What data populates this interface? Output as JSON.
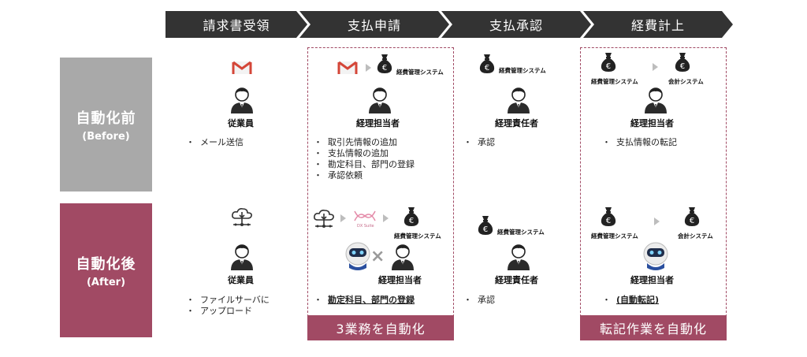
{
  "steps": [
    "請求書受領",
    "支払申請",
    "支払承認",
    "経費計上"
  ],
  "rows": {
    "before": {
      "title": "自動化前",
      "sub": "(Before)"
    },
    "after": {
      "title": "自動化後",
      "sub": "(After)"
    }
  },
  "system_name": "経費管理システム",
  "accounting_system": "会計システム",
  "dx_label": "DX Suite",
  "cross": "×",
  "before": {
    "col1": {
      "role": "従業員",
      "bullets": [
        "メール送信"
      ]
    },
    "col2": {
      "role": "経理担当者",
      "bullets": [
        "取引先情報の追加",
        "支払情報の追加",
        "勘定科目、部門の登録",
        "承認依頼"
      ]
    },
    "col3": {
      "role": "経理責任者",
      "bullets": [
        "承認"
      ]
    },
    "col4": {
      "role": "経理担当者",
      "bullets": [
        "支払情報の転記"
      ]
    }
  },
  "after": {
    "col1": {
      "role": "従業員",
      "bullets": [
        "ファイルサーバに",
        "アップロード"
      ]
    },
    "col2": {
      "role": "経理担当者",
      "bullets": [
        "勘定科目、部門の登録"
      ]
    },
    "col3": {
      "role": "経理責任者",
      "bullets": [
        "承認"
      ]
    },
    "col4": {
      "role": "経理担当者",
      "bullets": [
        "(自動転記)"
      ]
    }
  },
  "banners": {
    "col2": "3業務を自動化",
    "col4": "転記作業を自動化"
  },
  "colors": {
    "accent": "#a14a64",
    "header": "#333333",
    "before": "#a9a9a9"
  },
  "icons": [
    "gmail-icon",
    "money-bag-icon",
    "person-icon",
    "cloud-server-icon",
    "robot-icon",
    "dx-suite-logo",
    "arrow-right-icon"
  ]
}
